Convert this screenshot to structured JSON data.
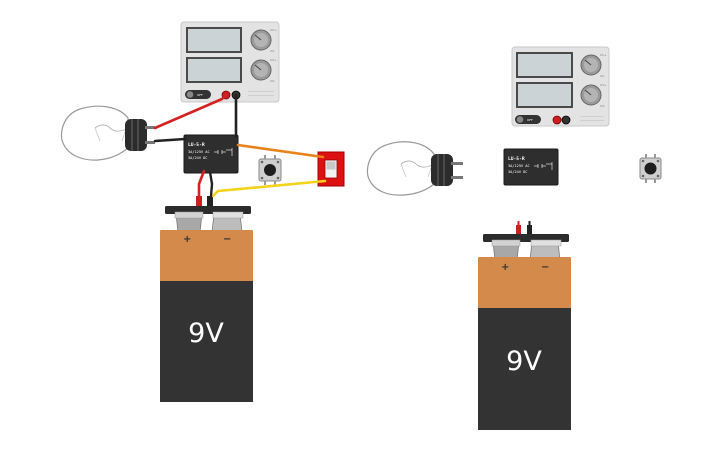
{
  "circuit_left": {
    "relay": {
      "title": "LU-5-R",
      "spec_line1": "3A/125V AC",
      "spec_line2": "3A/24V DC"
    },
    "battery": {
      "voltage_label": "9V",
      "plus": "+",
      "minus": "−"
    },
    "power_supply": {
      "knob1_max": "CC+",
      "knob1_min": "CC-",
      "knob2_max": "CV+",
      "knob2_min": "CV-",
      "switch_label": "OFF"
    }
  },
  "circuit_right": {
    "relay": {
      "title": "LU-5-R",
      "spec_line1": "3A/125V AC",
      "spec_line2": "3A/24V DC"
    },
    "battery": {
      "voltage_label": "9V",
      "plus": "+",
      "minus": "−"
    },
    "power_supply": {
      "knob1_max": "CC+",
      "knob1_min": "CC-",
      "knob2_max": "CV+",
      "knob2_min": "CV-",
      "switch_label": "OFF"
    }
  },
  "colors": {
    "wire_red": "#d42020",
    "wire_black": "#222222",
    "wire_orange": "#e8821a",
    "wire_yellow": "#f2d21a",
    "battery_top": "#d38a4a",
    "battery_body": "#333333",
    "switch_red": "#dd1111",
    "psu_panel": "#e3e3e3",
    "psu_display": "#cbd3d6"
  }
}
